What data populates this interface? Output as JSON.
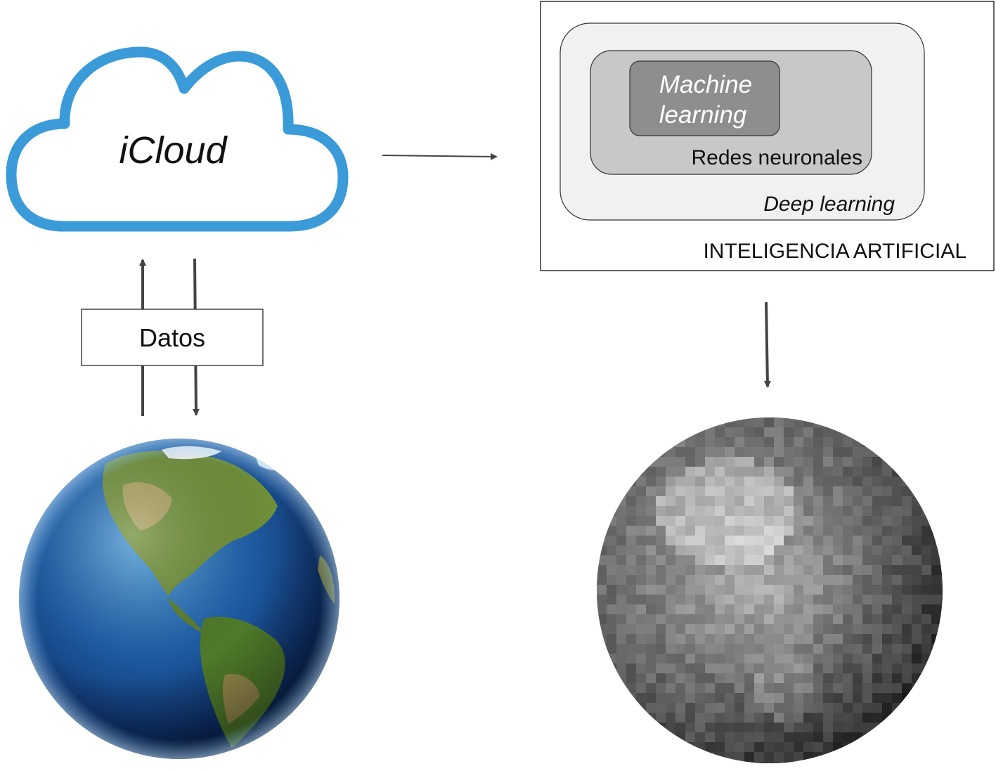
{
  "cloud": {
    "label": "iCloud",
    "stroke_color": "#3a9bd8"
  },
  "data_box": {
    "label": "Datos"
  },
  "ai_diagram": {
    "outer_label": "INTELIGENCIA ARTIFICIAL",
    "deep_learning_label": "Deep learning",
    "neural_networks_label": "Redes neuronales",
    "machine_learning_line1": "Machine",
    "machine_learning_line2": "learning",
    "colors": {
      "deep_learning_fill": "#f1f1f1",
      "neural_networks_fill": "#c8c8c8",
      "machine_learning_fill": "#8e8e8e"
    }
  },
  "images": {
    "earth_color": "earth-globe-americas",
    "earth_pixelated": "earth-globe-pixelated-grayscale"
  }
}
